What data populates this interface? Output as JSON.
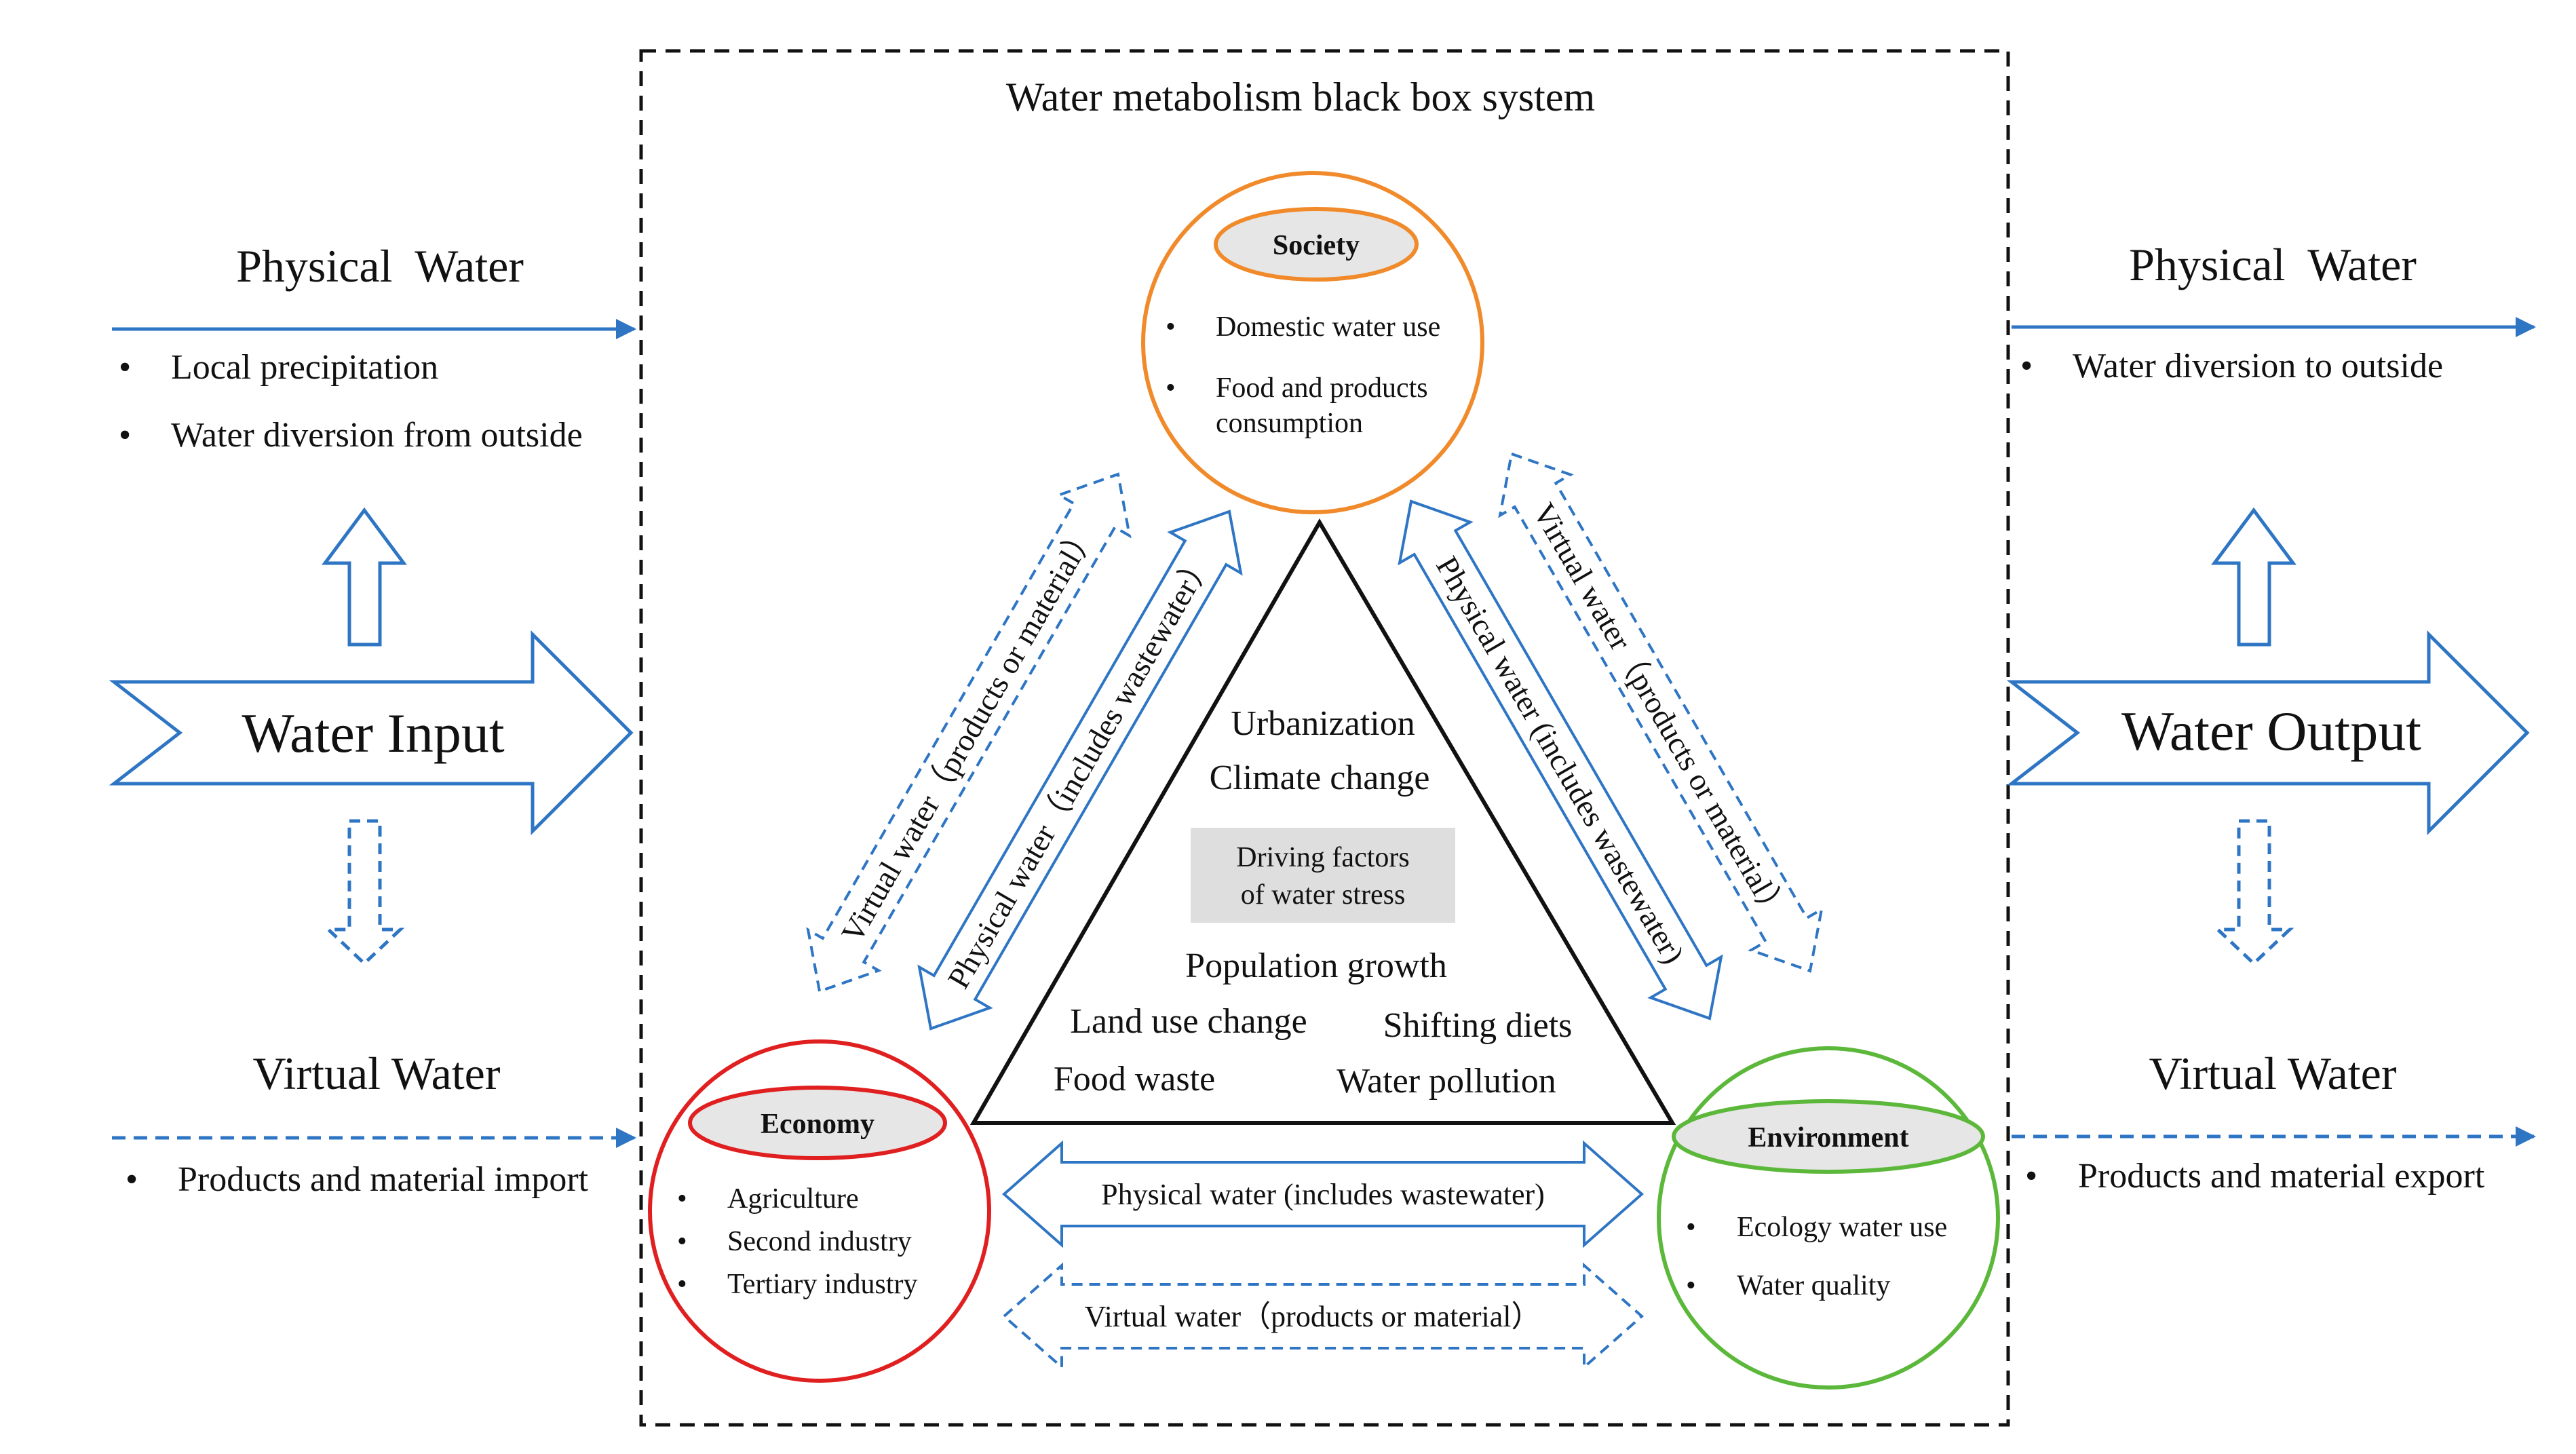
{
  "title": "Water metabolism black box system",
  "input": {
    "physical_heading": "Physical  Water",
    "physical_items": [
      "Local precipitation",
      "Water diversion from outside"
    ],
    "big_arrow_label": "Water Input",
    "virtual_heading": "Virtual Water",
    "virtual_items": [
      "Products and material import"
    ]
  },
  "output": {
    "physical_heading": "Physical  Water",
    "physical_items": [
      "Water diversion to outside"
    ],
    "big_arrow_label": "Water Output",
    "virtual_heading": "Virtual Water",
    "virtual_items": [
      "Products and material export"
    ]
  },
  "society": {
    "label": "Society",
    "items": [
      "Domestic water use",
      "Food and products",
      "consumption"
    ]
  },
  "economy": {
    "label": "Economy",
    "items": [
      "Agriculture",
      "Second industry",
      "Tertiary industry"
    ]
  },
  "environment": {
    "label": "Environment",
    "items": [
      "Ecology water use",
      "Water quality"
    ]
  },
  "triangle": {
    "factors_top": [
      "Urbanization",
      "Climate change"
    ],
    "center_box": [
      "Driving factors",
      "of water stress"
    ],
    "factors_bottom": [
      "Population growth",
      "Land use change",
      "Shifting diets",
      "Food waste",
      "Water pollution"
    ]
  },
  "links": {
    "left_virtual": "Virtual water（products or material）",
    "left_physical": "Physical water（includes wastewater）",
    "right_virtual": "Virtual  water（products or material）",
    "right_physical": "Physical water (includes wastewater)",
    "bottom_physical": "Physical water (includes wastewater)",
    "bottom_virtual": "Virtual water（products or material）"
  },
  "bullet_symbol": "•",
  "colors": {
    "blue": "#2e75c4",
    "society": "#f08a2a",
    "economy": "#e02020",
    "environment": "#5cb83a",
    "oval_fill": "#e6e6e6",
    "driver_box": "#dedede"
  }
}
